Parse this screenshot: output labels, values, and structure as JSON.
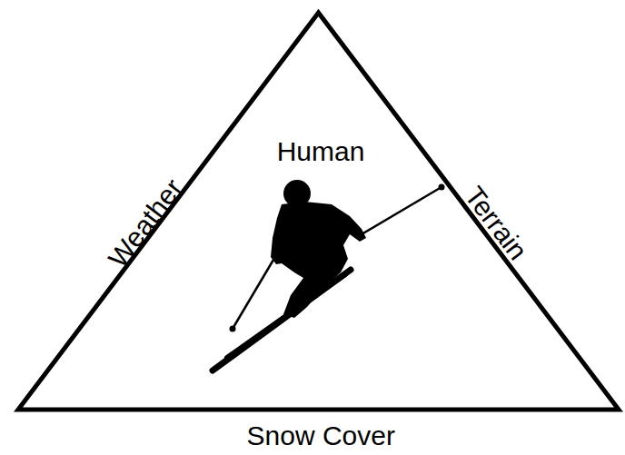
{
  "diagram": {
    "nodes": [
      {
        "text": [
          "Human"
        ]
      }
    ],
    "labels": [
      "Weather",
      "Terrain",
      "Snow Cover"
    ]
  }
}
